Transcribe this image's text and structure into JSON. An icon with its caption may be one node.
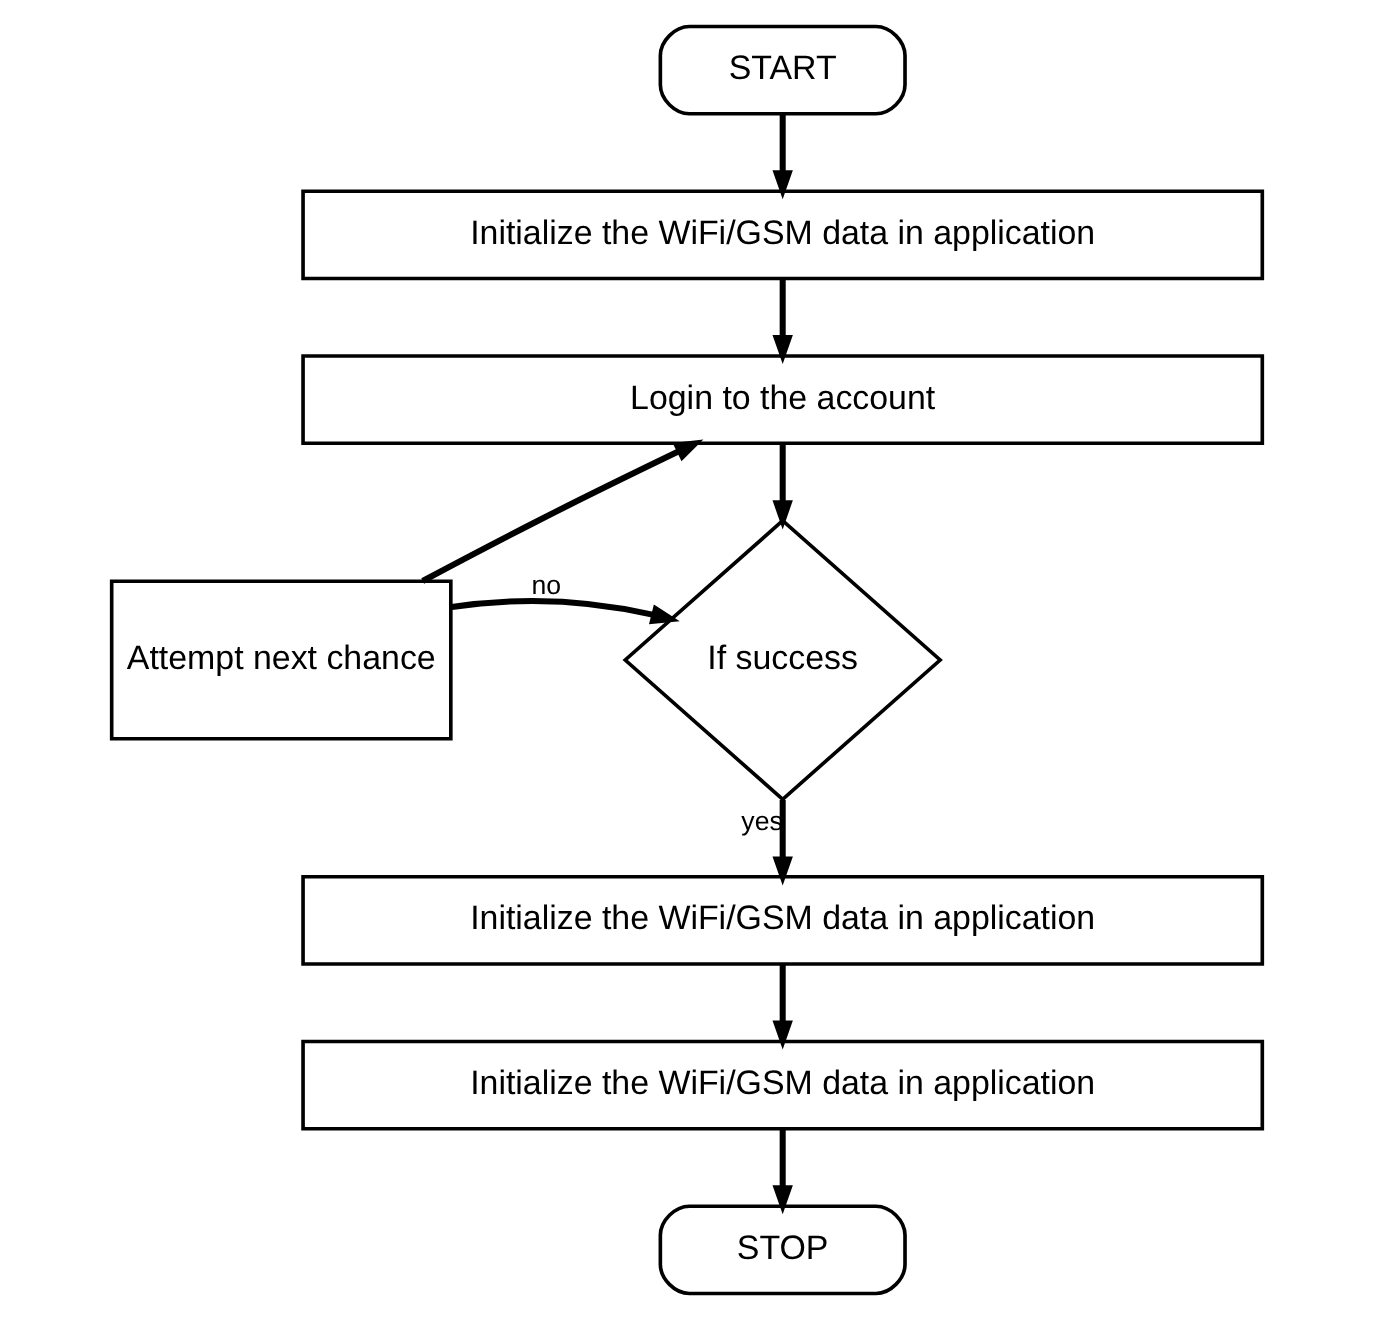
{
  "diagram": {
    "nodes": [
      {
        "text": [
          "START"
        ]
      },
      {
        "text": [
          "Initialize the WiFi/GSM data in application"
        ]
      },
      {
        "text": [
          "Login to the account"
        ]
      },
      {
        "text": [
          "If success"
        ]
      },
      {
        "text": [
          "Attempt next chance"
        ]
      },
      {
        "text": [
          "Initialize the WiFi/GSM data in application"
        ]
      },
      {
        "text": [
          "Initialize the WiFi/GSM data in application"
        ]
      },
      {
        "text": [
          "STOP"
        ]
      }
    ],
    "edges": [
      {
        "from": 0,
        "to": 1,
        "arrow": "to"
      },
      {
        "from": 1,
        "to": 2,
        "arrow": "to"
      },
      {
        "from": 2,
        "to": 3,
        "arrow": "to"
      },
      {
        "from": 4,
        "to": 3,
        "arrow": "to",
        "label": "no"
      },
      {
        "from": 4,
        "to": 2,
        "arrow": "to"
      },
      {
        "from": 3,
        "to": 5,
        "arrow": "to",
        "label": "yes"
      },
      {
        "from": 5,
        "to": 6,
        "arrow": "to"
      },
      {
        "from": 6,
        "to": 7,
        "arrow": "to"
      }
    ]
  }
}
